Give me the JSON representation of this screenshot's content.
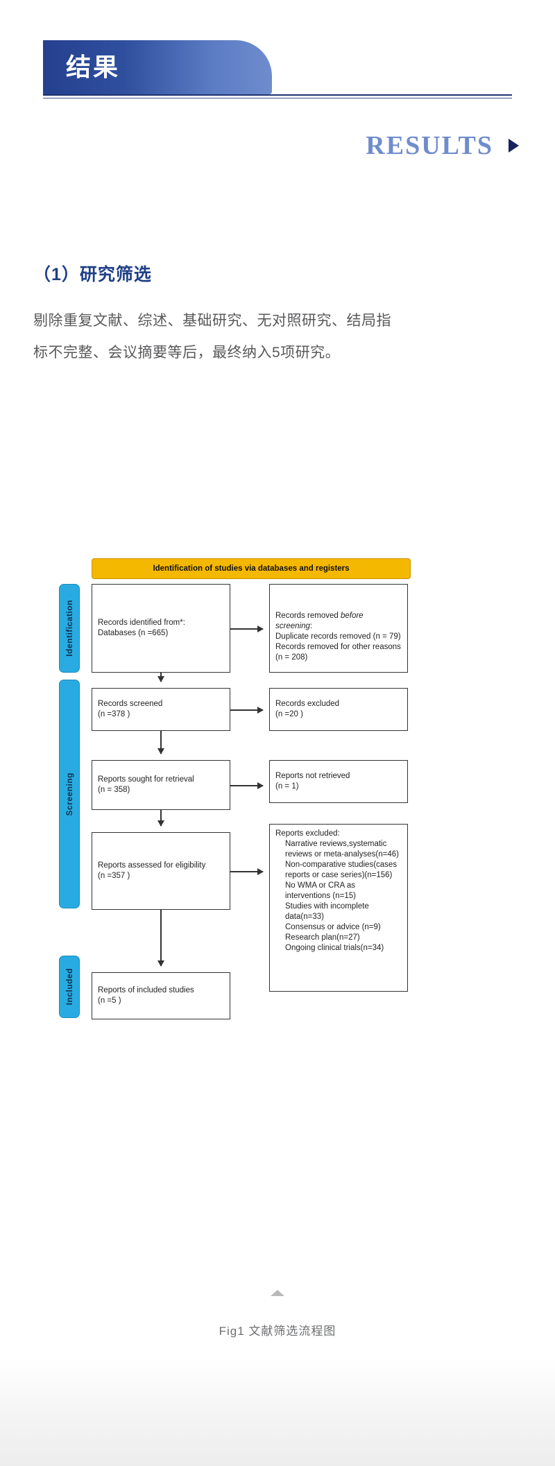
{
  "header": {
    "banner_title": "结果",
    "results_label": "RESULTS",
    "marker_icon": "right-triangle-icon"
  },
  "section": {
    "heading": "（1）研究筛选",
    "paragraph": "剔除重复文献、综述、基础研究、无对照研究、结局指标不完整、会议摘要等后，最终纳入5项研究。"
  },
  "flow": {
    "banner": "Identification of studies via databases and registers",
    "phases": {
      "identification": "Identification",
      "screening": "Screening",
      "included": "Included"
    },
    "boxes": {
      "identified_l1": "Records identified from*:",
      "identified_l2": "Databases (n =665)",
      "removed_l1": "Records removed",
      "removed_l1_em": "before",
      "removed_l2_em": "screening",
      "removed_l2_tail": ":",
      "removed_l3": "Duplicate records removed  (n = 79)",
      "removed_l4": "Records removed for other reasons (n = 208)",
      "screened_l1": "Records screened",
      "screened_l2": "(n =378 )",
      "records_excluded_l1": "Records excluded",
      "records_excluded_l2": "(n =20 )",
      "sought_l1": "Reports sought for retrieval",
      "sought_l2": "(n = 358)",
      "not_retrieved_l1": "Reports not retrieved",
      "not_retrieved_l2": "(n = 1)",
      "assessed_l1": "Reports assessed for eligibility",
      "assessed_l2": "(n =357 )",
      "reports_excluded_title": "Reports excluded:",
      "reports_excluded_items": [
        "Narrative reviews,systematic reviews or meta-analyses(n=46)",
        "Non-comparative studies(cases reports or case series)(n=156)",
        "No WMA or CRA as interventions (n=15)",
        "Studies with incomplete data(n=33)",
        "Consensus or advice (n=9)",
        "Research plan(n=27)",
        "Ongoing clinical trials(n=34)"
      ],
      "included_l1": "Reports of included studies",
      "included_l2": "(n =5 )"
    }
  },
  "footer": {
    "collapse_icon": "up-triangle-icon",
    "caption": "Fig1 文献筛选流程图"
  },
  "colors": {
    "banner_dark": "#25408f",
    "banner_light": "#6f8ccd",
    "heading_blue": "#1f3f87",
    "flow_banner_yellow": "#f5b800",
    "phase_cyan": "#29abe2"
  }
}
